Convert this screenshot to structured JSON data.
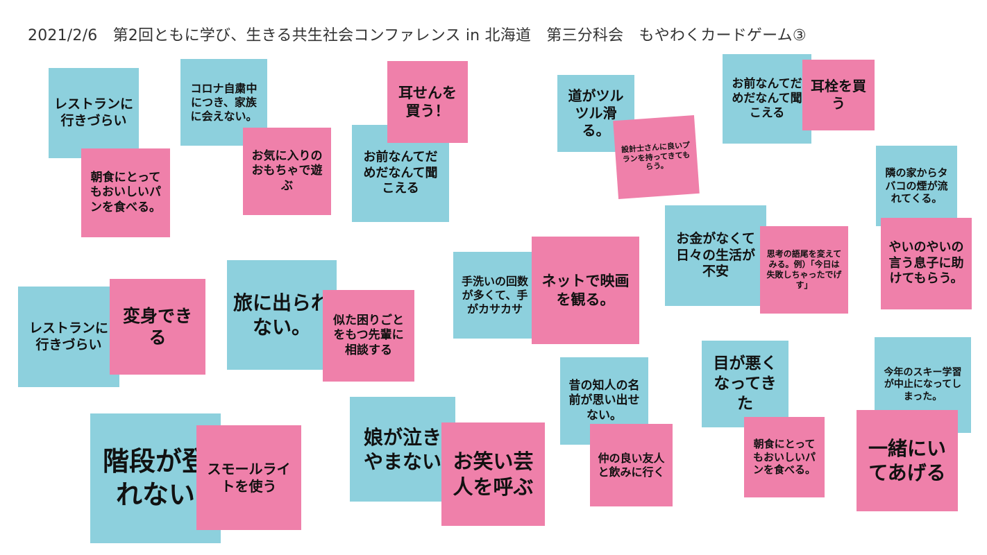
{
  "colors": {
    "blue": "#8DD0DD",
    "pink": "#EF80AA",
    "title_text": "#333333"
  },
  "title": "2021/2/6　第2回ともに学び、生きる共生社会コンファレンス in 北海道　第三分科会　もやわくカードゲーム③",
  "notes": {
    "n1": "レストランに行きづらい",
    "n2": "朝食にとってもおいしいパンを食べる。",
    "n3": "コロナ自粛中につき、家族に会えない。",
    "n4": "お気に入りのおもちゃで遊ぶ",
    "n5": "お前なんてだめだなんて聞こえる",
    "n6": "耳せんを買う！",
    "n7": "道がツルツル滑る。",
    "n8": "設計士さんに良いプランを持ってきてもらう。",
    "n9": "お前なんてだめだなんて聞こえる",
    "n10": "耳栓を買う",
    "n11": "隣の家からタバコの煙が流れてくる。",
    "n12": "やいのやいの言う息子に助けてもらう。",
    "n13": "お金がなくて日々の生活が不安",
    "n14": "思考の語尾を変えてみる。例）「今日は失敗しちゃったでげす」",
    "n15": "手洗いの回数が多くて、手がカサカサ",
    "n16": "ネットで映画を観る。",
    "n17": "旅に出られない。",
    "n18": "似た困りごとをもつ先輩に相談する",
    "n19": "レストランに行きづらい",
    "n20": "変身できる",
    "n21": "今年のスキー学習が中止になってしまった。",
    "n22": "一緒にいてあげる",
    "n23": "目が悪くなってきた",
    "n24": "朝食にとってもおいしいパンを食べる。",
    "n25": "昔の知人の名前が思い出せない。",
    "n26": "仲の良い友人と飲みに行く",
    "n27": "娘が泣きやまない",
    "n28": "お笑い芸人を呼ぶ",
    "n29": "階段が登れない",
    "n30": "スモールライトを使う"
  }
}
